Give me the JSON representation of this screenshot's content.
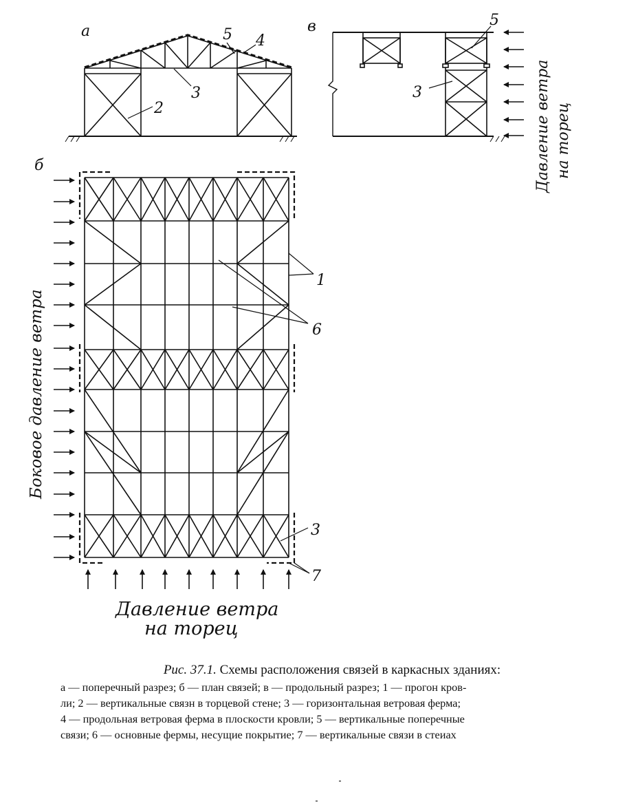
{
  "panel_labels": {
    "a": "а",
    "b": "б",
    "v": "в"
  },
  "callouts": {
    "n1": "1",
    "n2": "2",
    "n3_section": "3",
    "n3_long": "3",
    "n3_plan": "3",
    "n4": "4",
    "n5_section": "5",
    "n5_long": "5",
    "n6": "6",
    "n7": "7"
  },
  "side_wind_label": "Боковое давление ветра",
  "end_wind_label": {
    "line1": "Давление ветра",
    "line2": "на торец"
  },
  "end_wind_label_vertical": {
    "line1": "Давление ветра",
    "line2": "на торец"
  },
  "caption": {
    "title_prefix": "Рис. 37.1.",
    "title_text": "Схемы расположения связей в каркасных зданиях:",
    "lines": [
      "а — поперечный разрез; б — план связей; в — продольный разрез; 1 — прогон кров-",
      "ли; 2 — вертикальные связн в торцевой стене; 3 — горизонтальная ветровая ферма;",
      "4 — продольная ветровая ферма в плоскости кровли; 5 — вертикальные поперечные",
      "связи; 6 — основные фермы, несущие покрытие; 7 — вертикальные связи в стеиах"
    ]
  }
}
